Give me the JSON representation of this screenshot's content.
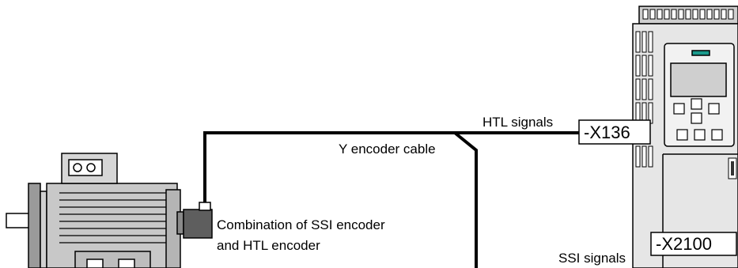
{
  "labels": {
    "htl_signals": "HTL signals",
    "y_encoder_cable": "Y encoder cable",
    "combination_line1": "Combination of SSI encoder",
    "combination_line2": "and HTL encoder",
    "ssi_signals": "SSI signals"
  },
  "connectors": {
    "x136": "-X136",
    "x2100": "-X2100"
  },
  "icons": {
    "motor": "motor-icon",
    "encoder": "encoder-icon",
    "drive": "drive-unit-icon",
    "cable": "y-cable"
  }
}
